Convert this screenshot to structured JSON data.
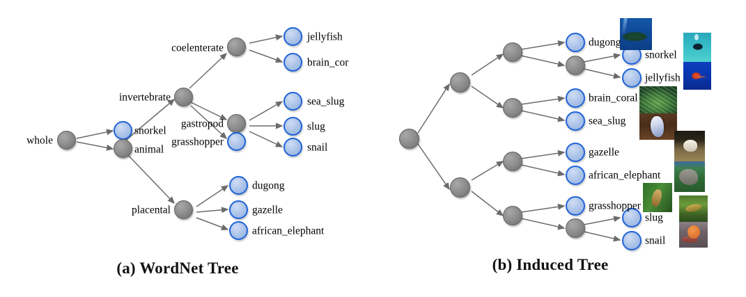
{
  "figure": {
    "panels": [
      {
        "id": "a",
        "caption": "(a) WordNet Tree"
      },
      {
        "id": "b",
        "caption": "(b) Induced Tree"
      }
    ]
  },
  "colors": {
    "internal_node": "#8f8f8f",
    "internal_node_border": "#5f5f5f",
    "leaf_node_fill": "#aac2e8",
    "leaf_node_border": "#1f63d8",
    "edge": "#6b6b6b",
    "text": "#000000",
    "background": "#ffffff"
  },
  "wordnet_tree": {
    "internal_labels": {
      "whole": "whole",
      "animal": "animal",
      "invertebrate": "invertebrate",
      "coelenterate": "coelenterate",
      "gastropod": "gastropod",
      "placental": "placental"
    },
    "leaf_labels": {
      "snorkel": "snorkel",
      "grasshopper": "grasshopper",
      "jellyfish": "jellyfish",
      "brain_cor": "brain_cor",
      "sea_slug": "sea_slug",
      "slug": "slug",
      "snail": "snail",
      "dugong": "dugong",
      "gazelle": "gazelle",
      "african_elephant": "african_elephant"
    }
  },
  "induced_tree": {
    "leaf_labels": {
      "dugong": "dugong",
      "snorkel": "snorkel",
      "jellyfish": "jellyfish",
      "brain_coral": "brain_coral",
      "sea_slug": "sea_slug",
      "gazelle": "gazelle",
      "african_elephant": "african_elephant",
      "grasshopper": "grasshopper",
      "slug": "slug",
      "snail": "snail"
    },
    "thumbnails": [
      {
        "name": "dugong",
        "alt": "dugong swimming underwater"
      },
      {
        "name": "snorkel",
        "alt": "snorkeler in turquoise water"
      },
      {
        "name": "jellyfish",
        "alt": "orange jellyfish on blue water"
      },
      {
        "name": "brain_coral",
        "alt": "green brain coral"
      },
      {
        "name": "sea_slug",
        "alt": "white-blue sea slug on sand"
      },
      {
        "name": "gazelle",
        "alt": "gazelle standing in dark brush"
      },
      {
        "name": "african_elephant",
        "alt": "african elephant in green grass"
      },
      {
        "name": "grasshopper",
        "alt": "grasshopper on a green leaf"
      },
      {
        "name": "slug",
        "alt": "slug among green foliage"
      },
      {
        "name": "snail",
        "alt": "orange snail on gray ground"
      }
    ]
  }
}
